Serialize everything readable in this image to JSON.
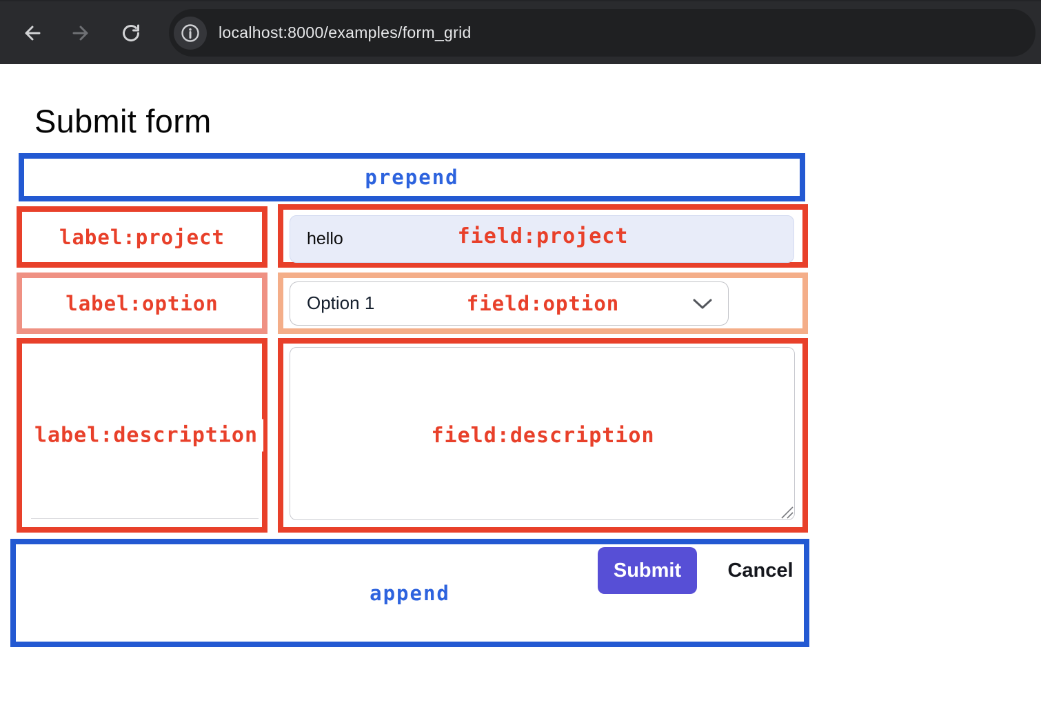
{
  "browser": {
    "url": "localhost:8000/examples/form_grid",
    "icons": [
      "back-arrow-icon",
      "forward-arrow-icon",
      "reload-icon",
      "page-info-icon"
    ]
  },
  "page": {
    "title": "Submit form"
  },
  "form": {
    "prepend_label": "prepend",
    "append_label": "append",
    "rows": [
      {
        "id": "project",
        "label": "label:project",
        "field_overlay": "field:project",
        "control": "text-input",
        "value": "hello"
      },
      {
        "id": "option",
        "label": "label:option",
        "field_overlay": "field:option",
        "control": "select",
        "value": "Option 1"
      },
      {
        "id": "description",
        "label": "label:description",
        "field_overlay": "field:description",
        "control": "textarea",
        "value": ""
      }
    ],
    "buttons": {
      "submit": "Submit",
      "cancel": "Cancel"
    }
  },
  "colors": {
    "overlay_red": "#e8402a",
    "overlay_salmon": "#ef9183",
    "overlay_peach": "#f4ae89",
    "overlay_blue_border": "#2359d2",
    "overlay_blue_text": "#2d63de",
    "submit_button": "#574fd6",
    "project_input_fill": "#e8ecf9",
    "chrome_background": "#2a2b2e"
  }
}
